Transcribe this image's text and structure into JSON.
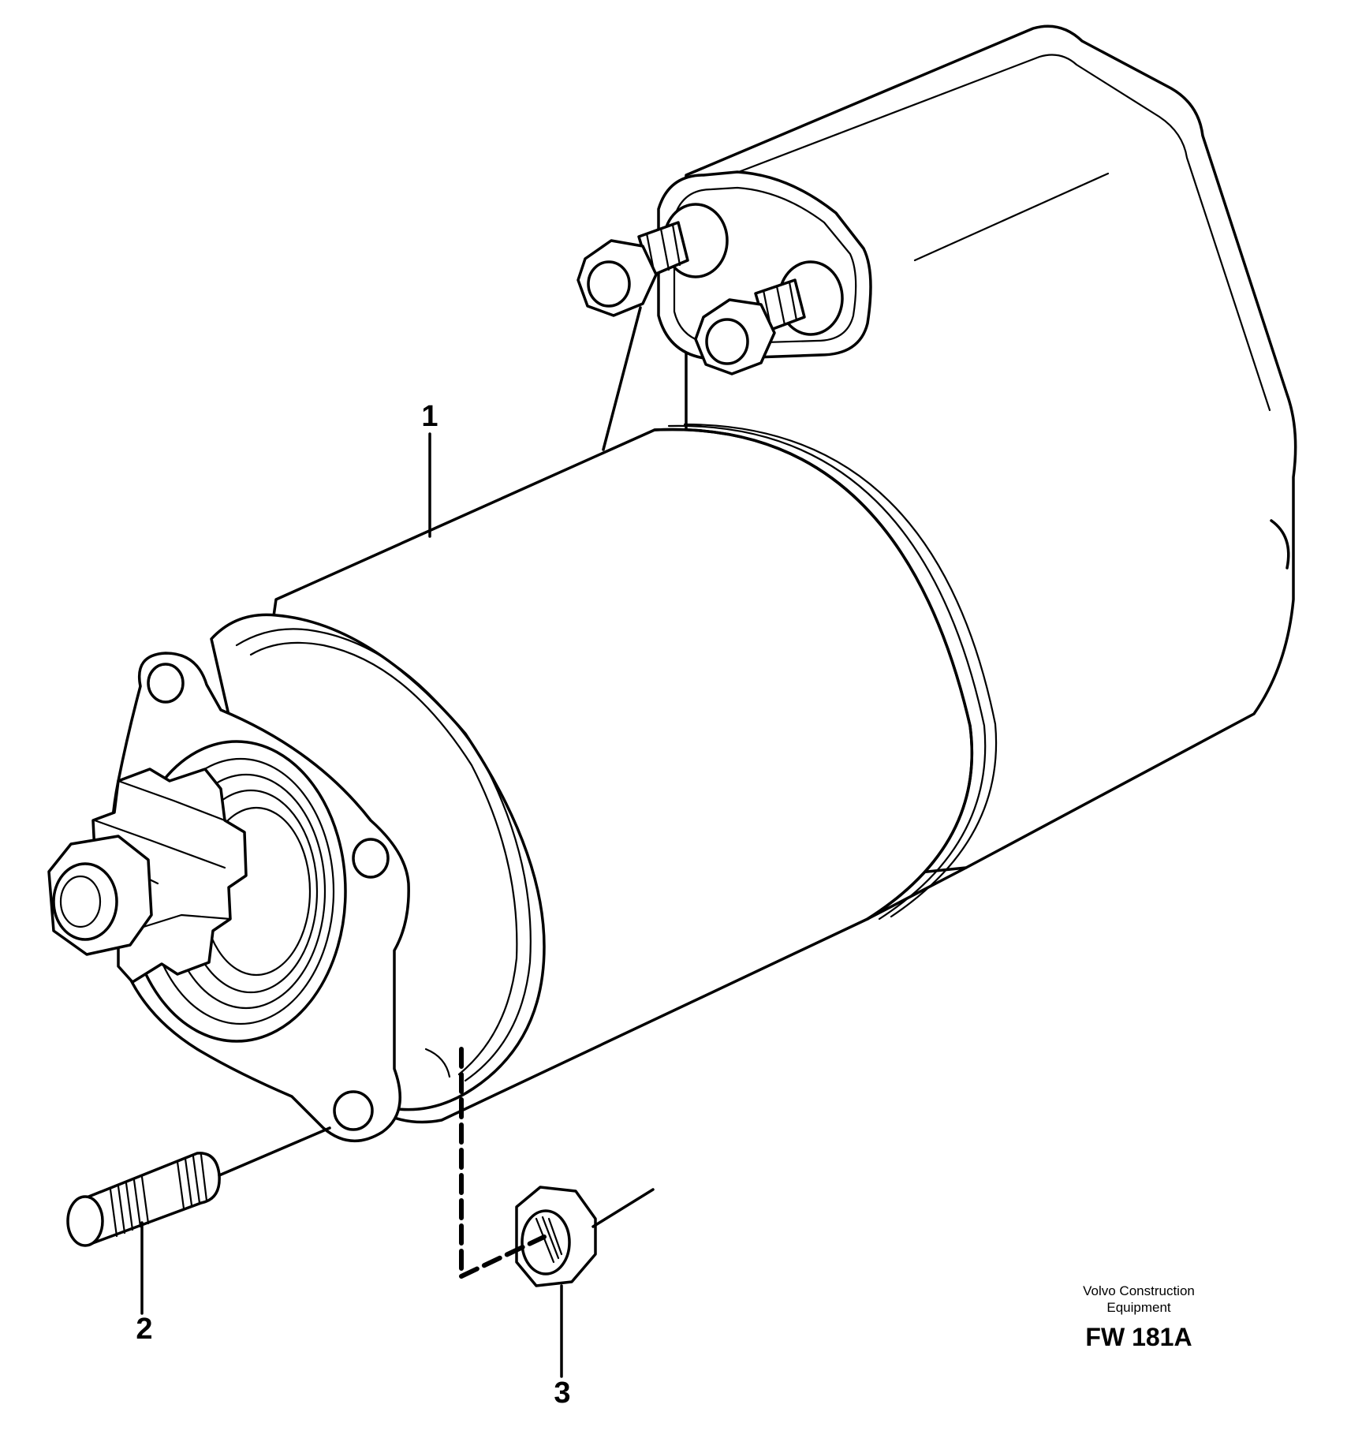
{
  "callouts": [
    {
      "id": "1",
      "label": "1",
      "part": "starter-motor"
    },
    {
      "id": "2",
      "label": "2",
      "part": "stud"
    },
    {
      "id": "3",
      "label": "3",
      "part": "nut"
    }
  ],
  "credit": {
    "line1": "Volvo Construction",
    "line2": "Equipment",
    "code": "FW 181A"
  },
  "colors": {
    "line": "#000000",
    "background": "#ffffff"
  }
}
